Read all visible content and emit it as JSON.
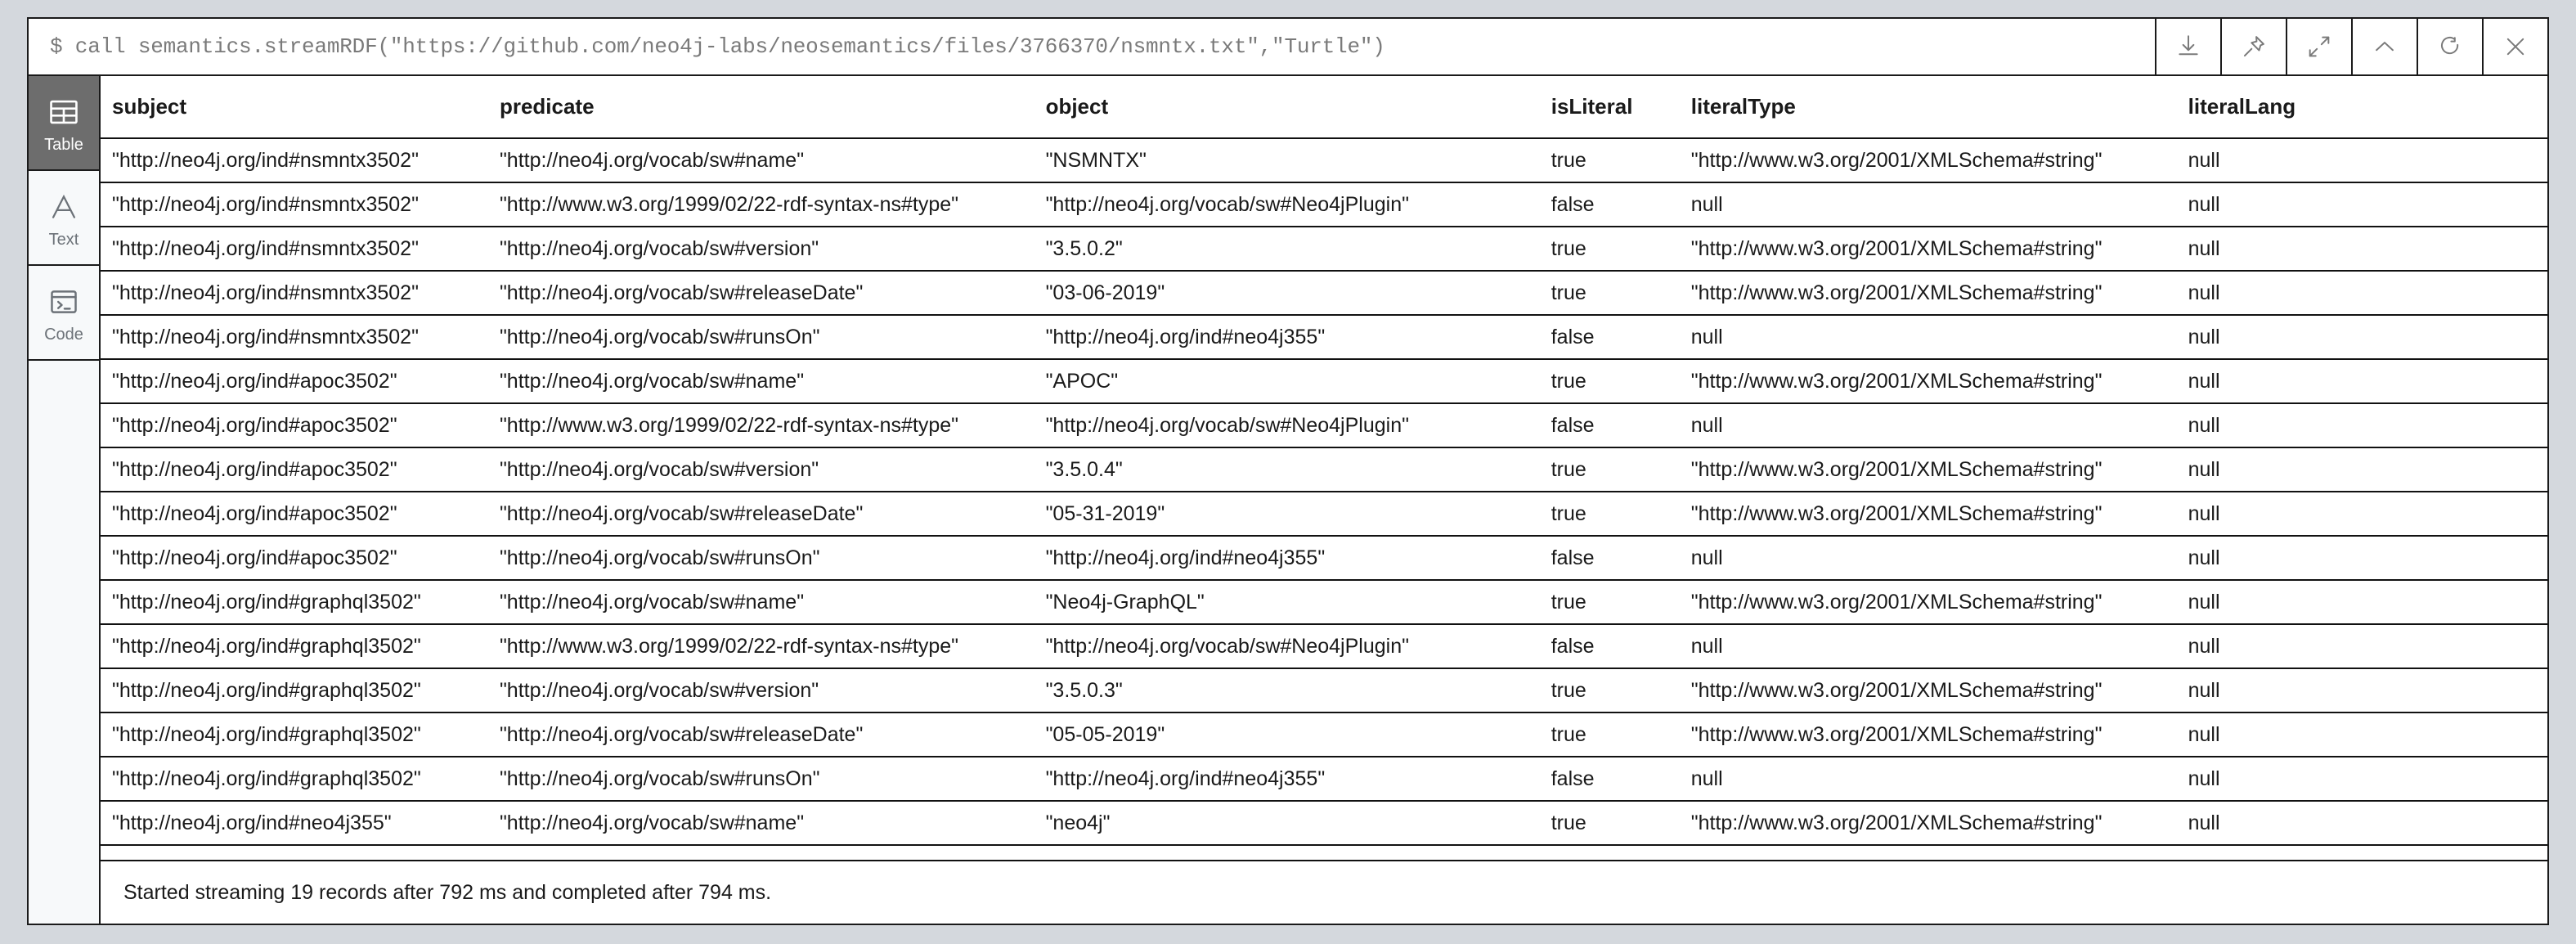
{
  "command_bar": {
    "prompt": "$",
    "command": "call semantics.streamRDF(\"https://github.com/neo4j-labs/neosemantics/files/3766370/nsmntx.txt\",\"Turtle\")",
    "full_text": "$ call semantics.streamRDF(\"https://github.com/neo4j-labs/neosemantics/files/3766370/nsmntx.txt\",\"Turtle\")",
    "icons": [
      {
        "name": "download-icon",
        "title": "Download"
      },
      {
        "name": "pin-icon",
        "title": "Pin"
      },
      {
        "name": "expand-icon",
        "title": "Expand"
      },
      {
        "name": "chevron-up-icon",
        "title": "Collapse"
      },
      {
        "name": "refresh-icon",
        "title": "Rerun"
      },
      {
        "name": "close-icon",
        "title": "Close"
      }
    ]
  },
  "sidebar": {
    "items": [
      {
        "label": "Table",
        "icon": "table-icon",
        "active": true
      },
      {
        "label": "Text",
        "icon": "text-icon",
        "active": false
      },
      {
        "label": "Code",
        "icon": "code-icon",
        "active": false
      }
    ]
  },
  "table": {
    "columns": [
      "subject",
      "predicate",
      "object",
      "isLiteral",
      "literalType",
      "literalLang"
    ],
    "rows": [
      [
        "\"http://neo4j.org/ind#nsmntx3502\"",
        "\"http://neo4j.org/vocab/sw#name\"",
        "\"NSMNTX\"",
        "true",
        "\"http://www.w3.org/2001/XMLSchema#string\"",
        "null"
      ],
      [
        "\"http://neo4j.org/ind#nsmntx3502\"",
        "\"http://www.w3.org/1999/02/22-rdf-syntax-ns#type\"",
        "\"http://neo4j.org/vocab/sw#Neo4jPlugin\"",
        "false",
        "null",
        "null"
      ],
      [
        "\"http://neo4j.org/ind#nsmntx3502\"",
        "\"http://neo4j.org/vocab/sw#version\"",
        "\"3.5.0.2\"",
        "true",
        "\"http://www.w3.org/2001/XMLSchema#string\"",
        "null"
      ],
      [
        "\"http://neo4j.org/ind#nsmntx3502\"",
        "\"http://neo4j.org/vocab/sw#releaseDate\"",
        "\"03-06-2019\"",
        "true",
        "\"http://www.w3.org/2001/XMLSchema#string\"",
        "null"
      ],
      [
        "\"http://neo4j.org/ind#nsmntx3502\"",
        "\"http://neo4j.org/vocab/sw#runsOn\"",
        "\"http://neo4j.org/ind#neo4j355\"",
        "false",
        "null",
        "null"
      ],
      [
        "\"http://neo4j.org/ind#apoc3502\"",
        "\"http://neo4j.org/vocab/sw#name\"",
        "\"APOC\"",
        "true",
        "\"http://www.w3.org/2001/XMLSchema#string\"",
        "null"
      ],
      [
        "\"http://neo4j.org/ind#apoc3502\"",
        "\"http://www.w3.org/1999/02/22-rdf-syntax-ns#type\"",
        "\"http://neo4j.org/vocab/sw#Neo4jPlugin\"",
        "false",
        "null",
        "null"
      ],
      [
        "\"http://neo4j.org/ind#apoc3502\"",
        "\"http://neo4j.org/vocab/sw#version\"",
        "\"3.5.0.4\"",
        "true",
        "\"http://www.w3.org/2001/XMLSchema#string\"",
        "null"
      ],
      [
        "\"http://neo4j.org/ind#apoc3502\"",
        "\"http://neo4j.org/vocab/sw#releaseDate\"",
        "\"05-31-2019\"",
        "true",
        "\"http://www.w3.org/2001/XMLSchema#string\"",
        "null"
      ],
      [
        "\"http://neo4j.org/ind#apoc3502\"",
        "\"http://neo4j.org/vocab/sw#runsOn\"",
        "\"http://neo4j.org/ind#neo4j355\"",
        "false",
        "null",
        "null"
      ],
      [
        "\"http://neo4j.org/ind#graphql3502\"",
        "\"http://neo4j.org/vocab/sw#name\"",
        "\"Neo4j-GraphQL\"",
        "true",
        "\"http://www.w3.org/2001/XMLSchema#string\"",
        "null"
      ],
      [
        "\"http://neo4j.org/ind#graphql3502\"",
        "\"http://www.w3.org/1999/02/22-rdf-syntax-ns#type\"",
        "\"http://neo4j.org/vocab/sw#Neo4jPlugin\"",
        "false",
        "null",
        "null"
      ],
      [
        "\"http://neo4j.org/ind#graphql3502\"",
        "\"http://neo4j.org/vocab/sw#version\"",
        "\"3.5.0.3\"",
        "true",
        "\"http://www.w3.org/2001/XMLSchema#string\"",
        "null"
      ],
      [
        "\"http://neo4j.org/ind#graphql3502\"",
        "\"http://neo4j.org/vocab/sw#releaseDate\"",
        "\"05-05-2019\"",
        "true",
        "\"http://www.w3.org/2001/XMLSchema#string\"",
        "null"
      ],
      [
        "\"http://neo4j.org/ind#graphql3502\"",
        "\"http://neo4j.org/vocab/sw#runsOn\"",
        "\"http://neo4j.org/ind#neo4j355\"",
        "false",
        "null",
        "null"
      ],
      [
        "\"http://neo4j.org/ind#neo4j355\"",
        "\"http://neo4j.org/vocab/sw#name\"",
        "\"neo4j\"",
        "true",
        "\"http://www.w3.org/2001/XMLSchema#string\"",
        "null"
      ]
    ]
  },
  "footer": {
    "status": "Started streaming 19 records after 792 ms and completed after 794 ms."
  },
  "colors": {
    "page_background": "#d4d8dd",
    "panel_background": "#ffffff",
    "border": "#1a1a1a",
    "rail_background": "#f7f9fa",
    "rail_active_background": "#6d6d6d",
    "muted_text": "#7a7a7a"
  }
}
